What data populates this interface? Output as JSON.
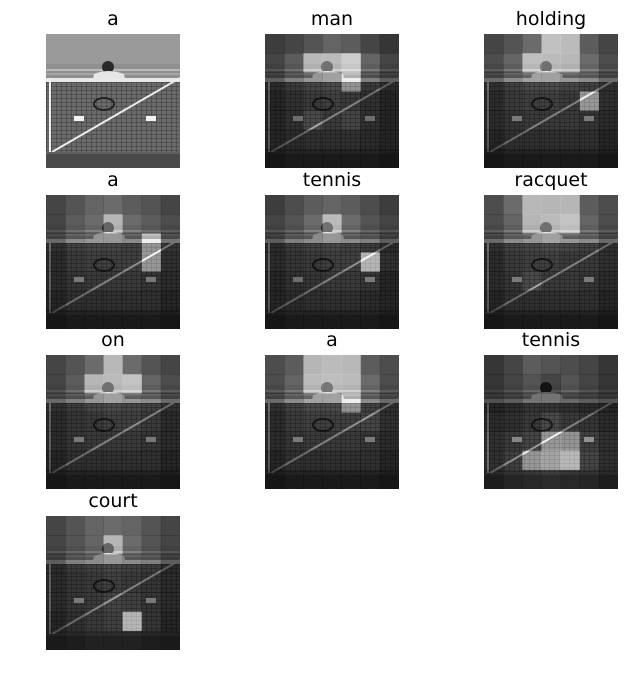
{
  "panels": [
    {
      "word": "a"
    },
    {
      "word": "man"
    },
    {
      "word": "holding"
    },
    {
      "word": "a"
    },
    {
      "word": "tennis"
    },
    {
      "word": "racquet"
    },
    {
      "word": "on"
    },
    {
      "word": "a"
    },
    {
      "word": "tennis"
    },
    {
      "word": "court"
    }
  ]
}
